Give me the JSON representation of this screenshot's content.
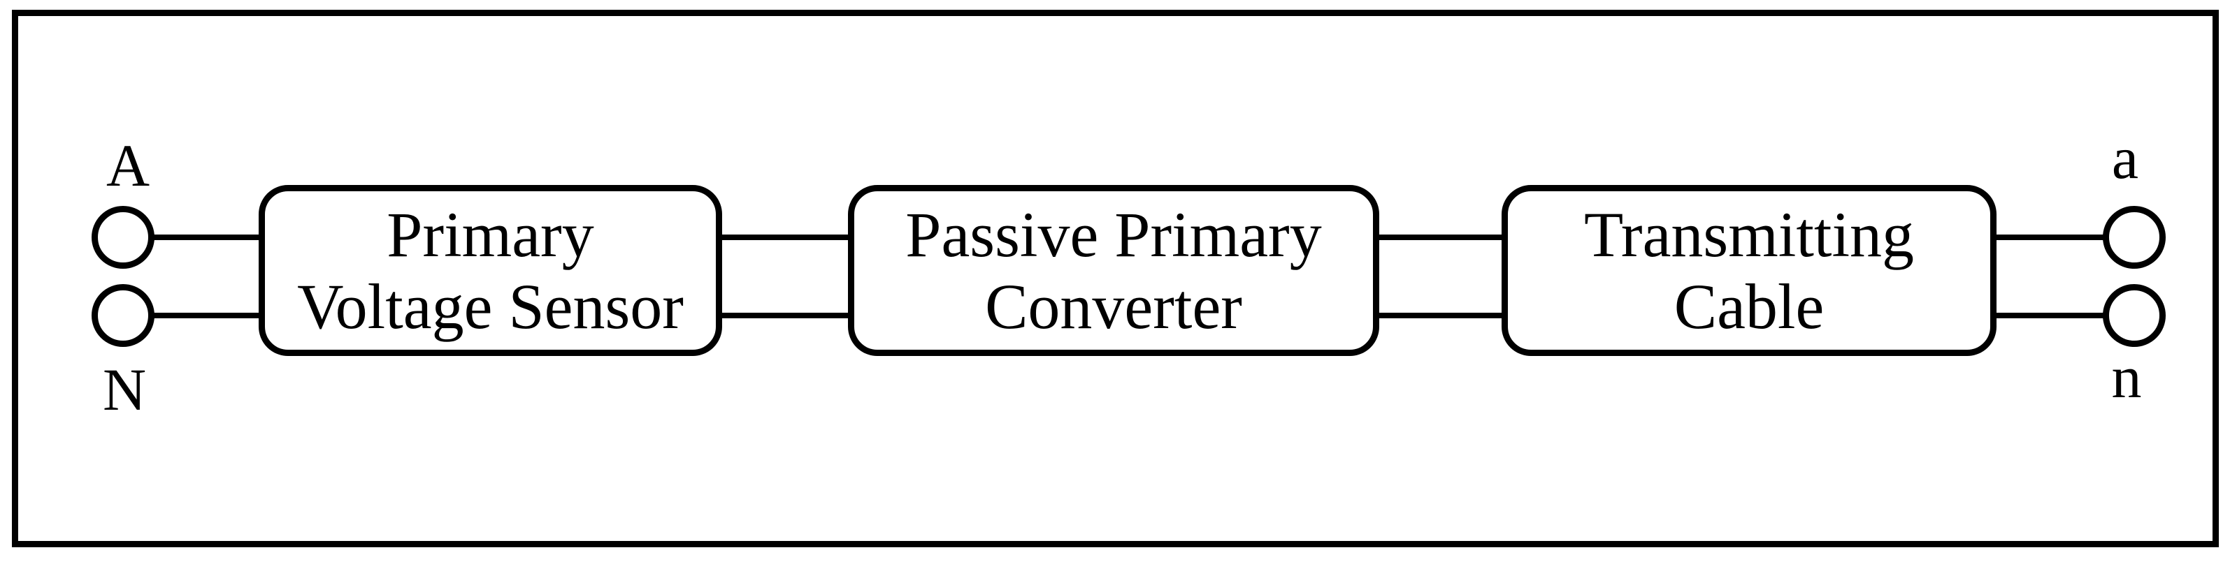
{
  "diagram": {
    "title_hint": "Passive primary voltage measurement chain block diagram",
    "terminals": {
      "input_top": "A",
      "input_bottom": "N",
      "output_top": "a",
      "output_bottom": "n"
    },
    "blocks": [
      {
        "line1": "Primary",
        "line2": "Voltage Sensor"
      },
      {
        "line1": "Passive Primary",
        "line2": "Converter"
      },
      {
        "line1": "Transmitting",
        "line2": "Cable"
      }
    ],
    "colors": {
      "ink": "#000000",
      "paper": "#ffffff"
    }
  }
}
